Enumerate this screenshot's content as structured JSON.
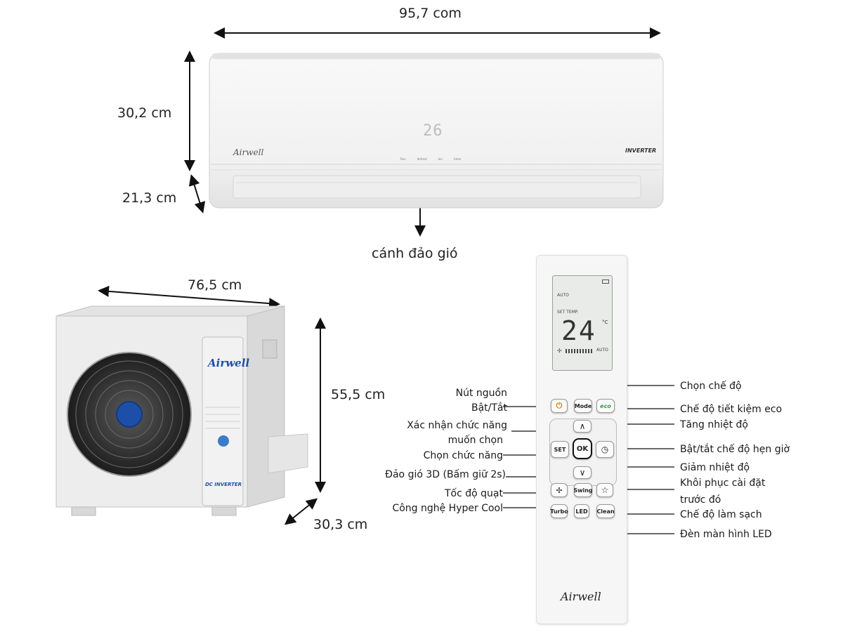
{
  "indoor": {
    "width_label": "95,7 com",
    "height_label": "30,2 cm",
    "depth_label": "21,3 cm",
    "louver_label": "cánh đảo gió",
    "display_temp": "26",
    "brand": "Airwell",
    "inverter_badge": "INVERTER",
    "indicators": [
      "Run",
      "defrost",
      "Ion",
      "timer"
    ]
  },
  "outdoor": {
    "width_label": "76,5 cm",
    "height_label": "55,5 cm",
    "depth_label": "30,3 cm",
    "brand": "Airwell",
    "badge": "DC INVERTER"
  },
  "remote": {
    "brand": "Airwell",
    "lcd": {
      "auto_label": "AUTO",
      "set_temp_label": "SET TEMP.",
      "temp": "24",
      "unit": "°C",
      "fan_auto": "AUTO"
    },
    "buttons": {
      "power": "⏻",
      "mode": "Mode",
      "eco": "eco",
      "up": "∧",
      "down": "∨",
      "set": "SET",
      "ok": "OK",
      "timer": "◷",
      "fan": "✢",
      "swing": "Swing",
      "star": "☆",
      "turbo": "Turbo",
      "led": "LED",
      "clean": "Clean"
    },
    "left_labels": {
      "power_1": "Nút nguồn",
      "power_2": "Bật/Tắt",
      "confirm_1": "Xác nhận chức năng",
      "confirm_2": "muốn chọn",
      "select_function": "Chọn chức năng",
      "swing_3d": "Đảo gió 3D (Bấm giữ 2s)",
      "fan_speed": "Tốc độ quạt",
      "hyper_cool": "Công nghệ Hyper Cool"
    },
    "right_labels": {
      "mode_select": "Chọn chế độ",
      "eco_mode": "Chế độ tiết kiệm eco",
      "temp_up": "Tăng nhiệt độ",
      "timer_toggle": "Bật/tắt chế độ hẹn giờ",
      "temp_down": "Giảm nhiệt độ",
      "restore_1": "Khôi phục cài đặt",
      "restore_2": "trước đó",
      "clean_mode": "Chế độ làm sạch",
      "led_screen": "Đèn màn hình LED"
    }
  },
  "colors": {
    "accent_blue": "#1d4fa8",
    "eco_green": "#2e9e4a",
    "body_white": "#f4f4f4",
    "outline": "#c9c9c9"
  }
}
